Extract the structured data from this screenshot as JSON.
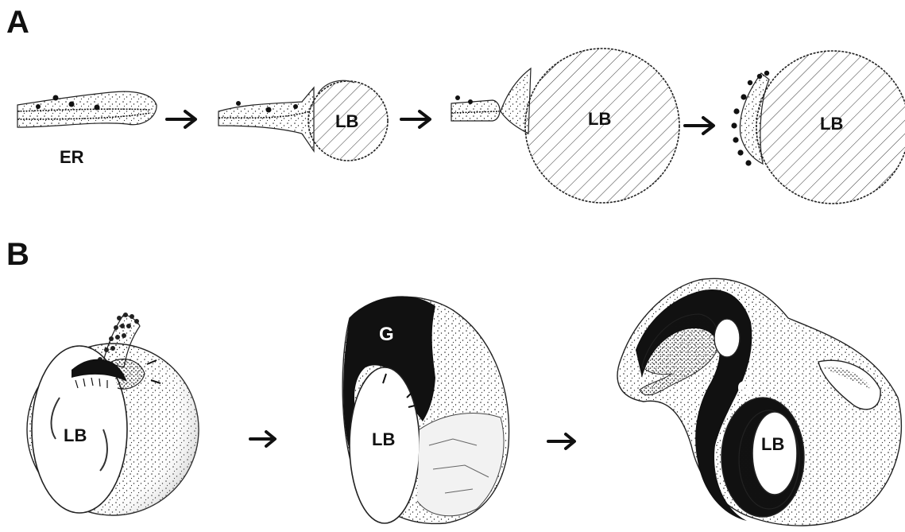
{
  "panels": {
    "a": {
      "letter": "A",
      "labels": {
        "er": "ER",
        "lb1": "LB",
        "lb2": "LB",
        "lb3": "LB"
      }
    },
    "b": {
      "letter": "B",
      "labels": {
        "lb1": "LB",
        "g1": "G",
        "lb2": "LB",
        "g2": "G",
        "lb3": "LB"
      }
    }
  }
}
